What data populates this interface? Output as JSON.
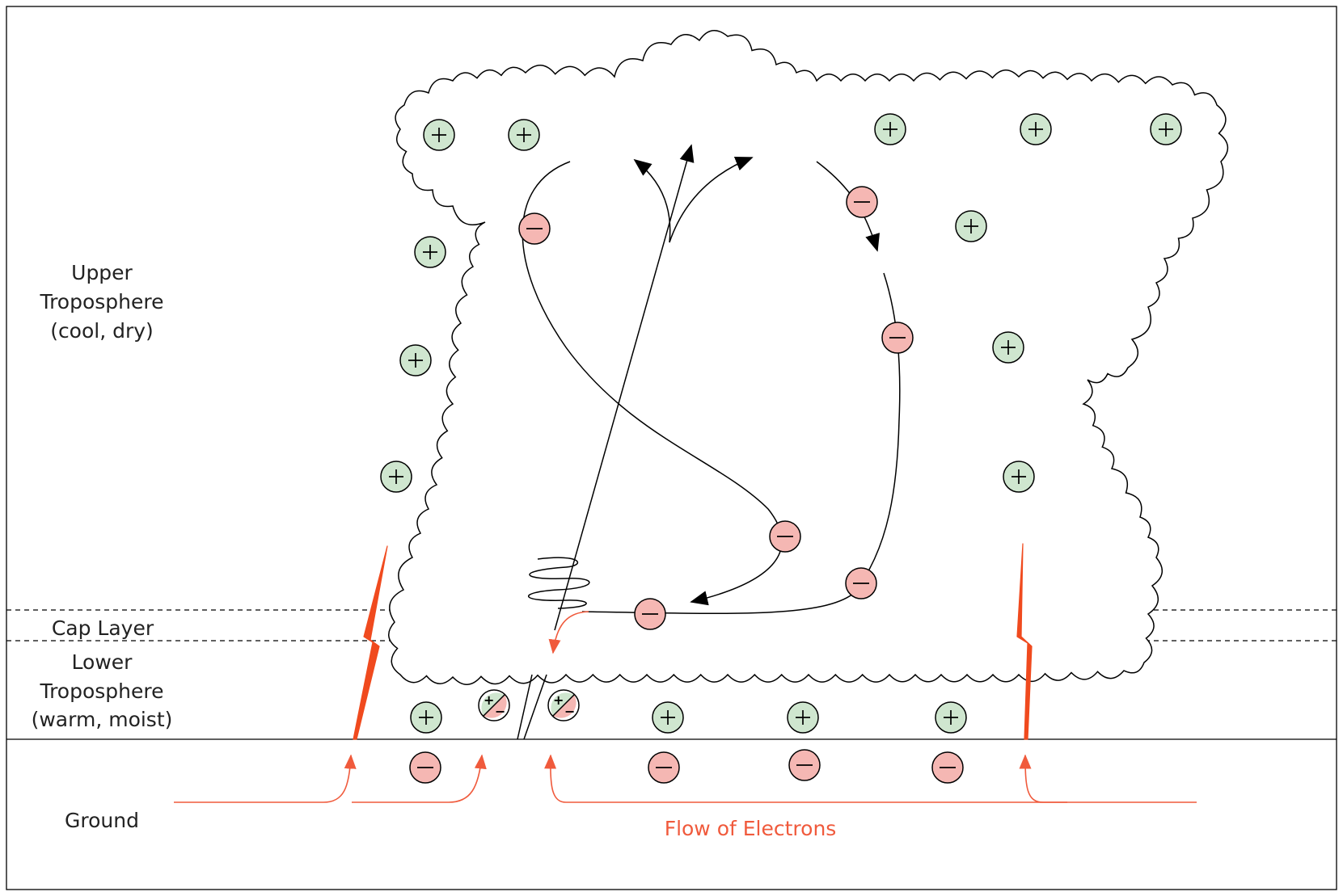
{
  "labels": {
    "upper_troposphere": [
      "Upper",
      "Troposphere",
      "(cool, dry)"
    ],
    "cap_layer": "Cap Layer",
    "lower_troposphere": [
      "Lower",
      "Troposphere",
      "(warm, moist)"
    ],
    "ground": "Ground",
    "flow_of_electrons": "Flow of Electrons"
  },
  "colors": {
    "positive_charge_fill": "#cfe6cf",
    "negative_charge_fill": "#f5b7b3",
    "electron_flow": "#f05a3c",
    "lightning": "#f04a1e",
    "line": "#000000"
  },
  "symbols": {
    "positive": "+",
    "negative": "−"
  }
}
